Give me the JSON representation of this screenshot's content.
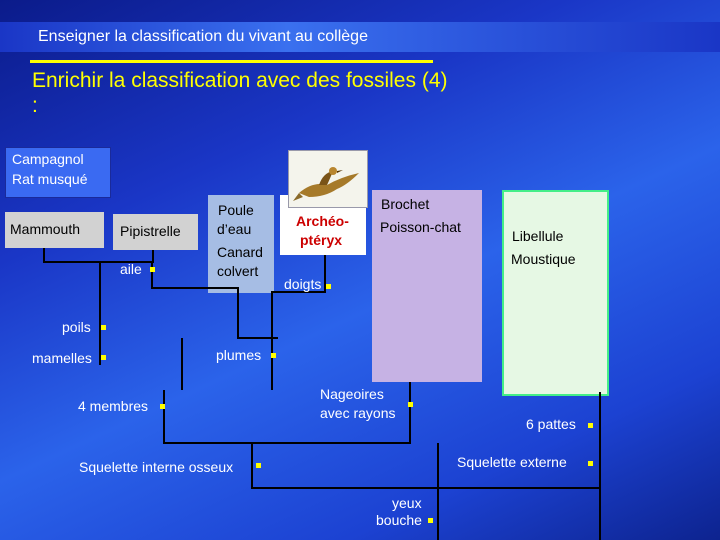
{
  "header": "Enseigner la classification du vivant au collège",
  "title": "Enrichir la classification avec des fossiles (4) :",
  "boxes": {
    "rodents": [
      "Campagnol",
      "Rat musqué"
    ],
    "mammouth": "Mammouth",
    "pipistrelle": "Pipistrelle",
    "birds": [
      "Poule",
      "d’eau",
      "Canard",
      "colvert"
    ],
    "archeopteryx": [
      "Archéo-",
      "ptéryx"
    ],
    "fish": [
      "Brochet",
      "Poisson-chat"
    ],
    "insects": [
      "Libellule",
      "Moustique"
    ]
  },
  "labels": {
    "aile": "aile",
    "doigts": "doigts",
    "poils": "poils",
    "mamelles": "mamelles",
    "plumes": "plumes",
    "membres": "4 membres",
    "nageoires": [
      "Nageoires",
      "avec rayons"
    ],
    "pattes": "6 pattes",
    "squelette_interne": "Squelette interne osseux",
    "squelette_externe": "Squelette externe",
    "yeux": [
      "yeux",
      "bouche"
    ]
  },
  "colors": {
    "background": "#1a36c6",
    "title": "#ffff00",
    "line": "#000000",
    "node": "#ffff00",
    "rodents_box": "#3a6af2",
    "gray_box": "#d2d2d2",
    "bird_box": "#a6bde4",
    "archeopteryx_box": "#ffffff",
    "archeopteryx_text": "#cc0000",
    "fish_box": "#c6b2e4",
    "insect_box": "#e6f8e4",
    "insect_border": "#44ee88"
  },
  "icons": [
    "archeopteryx-fossil-image"
  ]
}
